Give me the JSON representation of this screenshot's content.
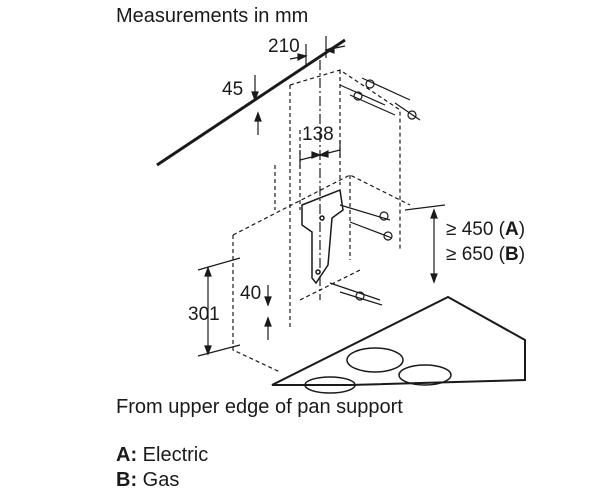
{
  "title": "Measurements in mm",
  "dimensions": {
    "width_top": "210",
    "offset_top": "45",
    "center_to_bracket": "138",
    "bracket_height": "40",
    "total_height": "301"
  },
  "requirements": {
    "a_prefix": "≥ 450 (",
    "a_letter": "A",
    "a_suffix": ")",
    "b_prefix": "≥ 650 (",
    "b_letter": "B",
    "b_suffix": ")"
  },
  "caption": "From upper edge of pan support",
  "legend": {
    "a_key": "A:",
    "a_label": "Electric",
    "b_key": "B:",
    "b_label": "Gas"
  }
}
